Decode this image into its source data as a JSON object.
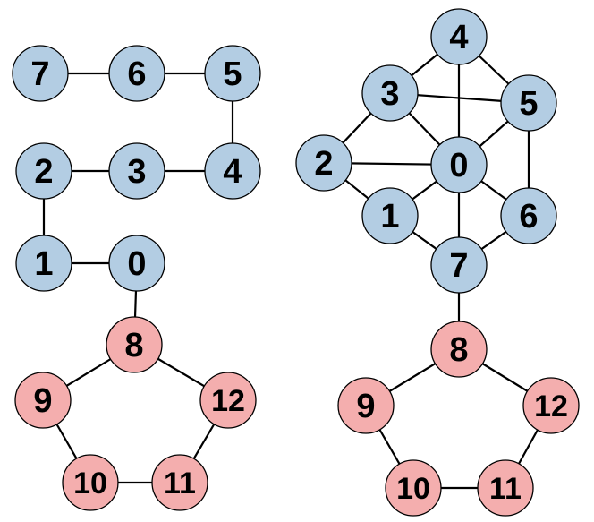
{
  "colors": {
    "blue_node": "#b3cde3",
    "red_node": "#f4aeae",
    "edge": "#000000",
    "background": "#ffffff"
  },
  "graphs": [
    {
      "id": "left",
      "nodes": [
        {
          "id": "L0",
          "label": "0",
          "group": "blue"
        },
        {
          "id": "L1",
          "label": "1",
          "group": "blue"
        },
        {
          "id": "L2",
          "label": "2",
          "group": "blue"
        },
        {
          "id": "L3",
          "label": "3",
          "group": "blue"
        },
        {
          "id": "L4",
          "label": "4",
          "group": "blue"
        },
        {
          "id": "L5",
          "label": "5",
          "group": "blue"
        },
        {
          "id": "L6",
          "label": "6",
          "group": "blue"
        },
        {
          "id": "L7",
          "label": "7",
          "group": "blue"
        },
        {
          "id": "L8",
          "label": "8",
          "group": "red"
        },
        {
          "id": "L9",
          "label": "9",
          "group": "red"
        },
        {
          "id": "L10",
          "label": "10",
          "group": "red"
        },
        {
          "id": "L11",
          "label": "11",
          "group": "red"
        },
        {
          "id": "L12",
          "label": "12",
          "group": "red"
        }
      ],
      "edges": [
        [
          "L7",
          "L6"
        ],
        [
          "L6",
          "L5"
        ],
        [
          "L5",
          "L4"
        ],
        [
          "L4",
          "L3"
        ],
        [
          "L3",
          "L2"
        ],
        [
          "L2",
          "L1"
        ],
        [
          "L1",
          "L0"
        ],
        [
          "L0",
          "L8"
        ],
        [
          "L8",
          "L9"
        ],
        [
          "L9",
          "L10"
        ],
        [
          "L10",
          "L11"
        ],
        [
          "L11",
          "L12"
        ],
        [
          "L12",
          "L8"
        ]
      ]
    },
    {
      "id": "right",
      "nodes": [
        {
          "id": "R0",
          "label": "0",
          "group": "blue"
        },
        {
          "id": "R1",
          "label": "1",
          "group": "blue"
        },
        {
          "id": "R2",
          "label": "2",
          "group": "blue"
        },
        {
          "id": "R3",
          "label": "3",
          "group": "blue"
        },
        {
          "id": "R4",
          "label": "4",
          "group": "blue"
        },
        {
          "id": "R5",
          "label": "5",
          "group": "blue"
        },
        {
          "id": "R6",
          "label": "6",
          "group": "blue"
        },
        {
          "id": "R7",
          "label": "7",
          "group": "blue"
        },
        {
          "id": "R8",
          "label": "8",
          "group": "red"
        },
        {
          "id": "R9",
          "label": "9",
          "group": "red"
        },
        {
          "id": "R10",
          "label": "10",
          "group": "red"
        },
        {
          "id": "R11",
          "label": "11",
          "group": "red"
        },
        {
          "id": "R12",
          "label": "12",
          "group": "red"
        }
      ],
      "edges": [
        [
          "R4",
          "R3"
        ],
        [
          "R4",
          "R5"
        ],
        [
          "R4",
          "R0"
        ],
        [
          "R3",
          "R5"
        ],
        [
          "R3",
          "R2"
        ],
        [
          "R3",
          "R0"
        ],
        [
          "R5",
          "R0"
        ],
        [
          "R5",
          "R6"
        ],
        [
          "R2",
          "R0"
        ],
        [
          "R2",
          "R1"
        ],
        [
          "R1",
          "R0"
        ],
        [
          "R1",
          "R7"
        ],
        [
          "R0",
          "R6"
        ],
        [
          "R0",
          "R7"
        ],
        [
          "R6",
          "R7"
        ],
        [
          "R7",
          "R8"
        ],
        [
          "R8",
          "R9"
        ],
        [
          "R9",
          "R10"
        ],
        [
          "R10",
          "R11"
        ],
        [
          "R11",
          "R12"
        ],
        [
          "R12",
          "R8"
        ]
      ]
    }
  ]
}
